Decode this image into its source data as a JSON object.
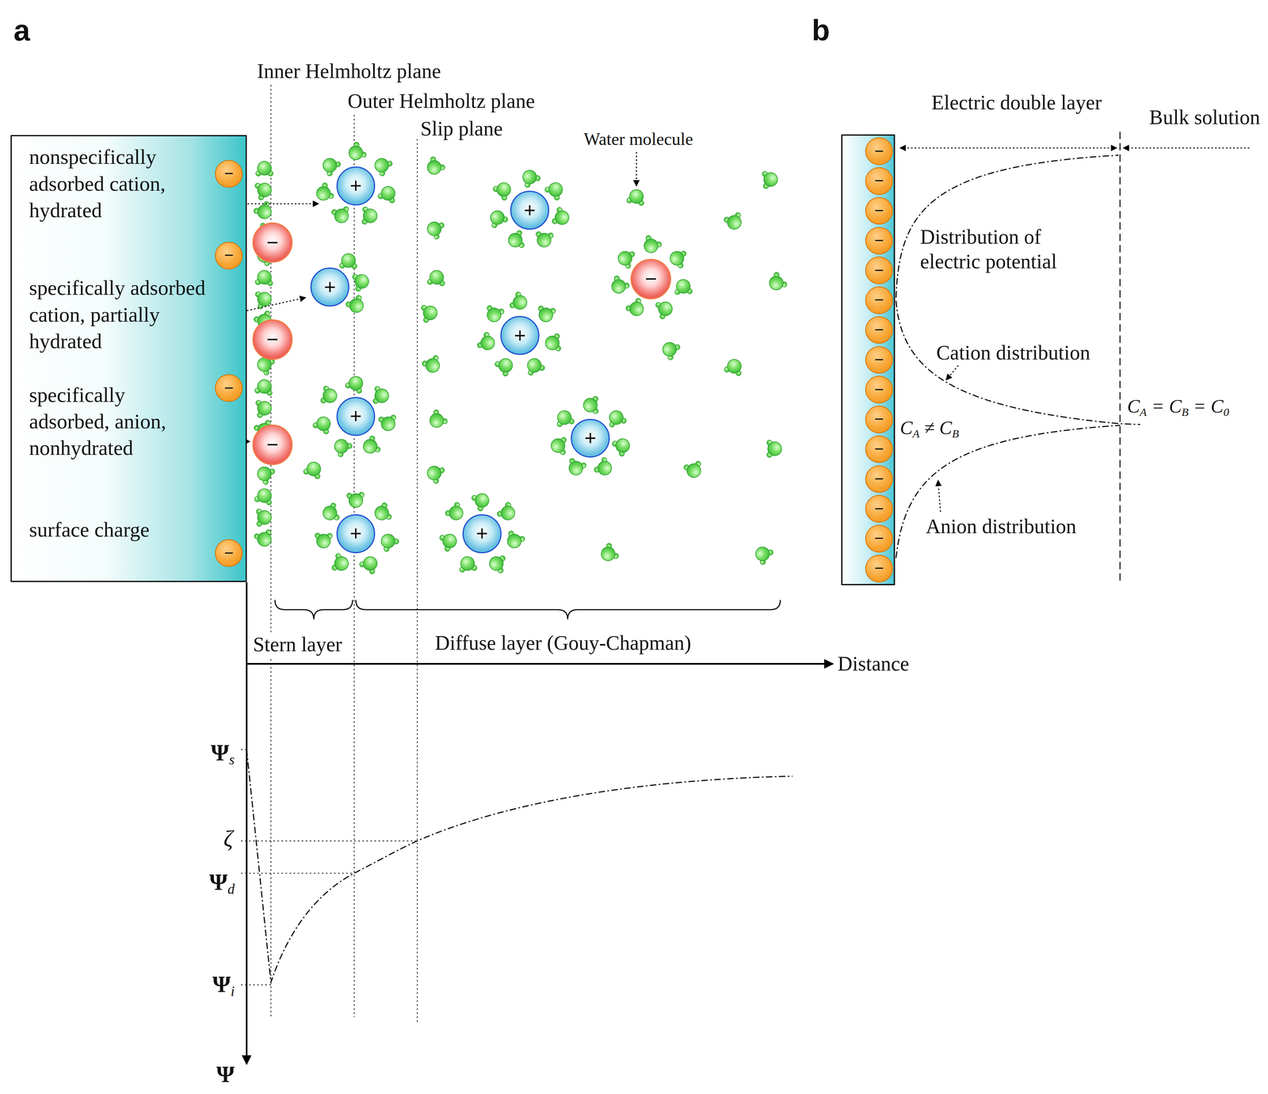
{
  "diagram": {
    "nodes": [
      {
        "text": [
          "nonspecifically adsorbed cation, hydrated",
          "specifically adsorbed cation, partially hydrated",
          "specifically adsorbed, anion, nonhydrated",
          "surface charge"
        ]
      },
      {
        "text": [
          "−"
        ],
        "in": 0
      },
      {
        "text": [
          "−"
        ],
        "in": 0
      },
      {
        "text": [
          "−"
        ],
        "in": 0
      },
      {
        "text": [
          "−"
        ],
        "in": 0
      },
      {
        "text": [
          "−"
        ]
      },
      {
        "text": [
          "−"
        ]
      },
      {
        "text": [
          "−"
        ]
      },
      {
        "text": [
          "+"
        ]
      },
      {
        "text": [
          "+"
        ]
      },
      {
        "text": [
          "+"
        ]
      },
      {
        "text": [
          "+"
        ]
      },
      {
        "text": [
          "+"
        ]
      },
      {
        "text": [
          "+"
        ]
      },
      {
        "text": [
          "+"
        ]
      },
      {
        "text": [
          "+"
        ]
      },
      {
        "text": [
          "−"
        ]
      },
      {
        "text": [
          "−"
        ]
      },
      {
        "text": [
          "−"
        ]
      },
      {
        "text": [
          "−"
        ]
      },
      {
        "text": [
          "−"
        ]
      },
      {
        "text": [
          "−"
        ]
      },
      {
        "text": [
          "−"
        ]
      },
      {
        "text": [
          "−"
        ]
      },
      {
        "text": [
          "−"
        ]
      },
      {
        "text": [
          "−"
        ]
      },
      {
        "text": [
          "−"
        ]
      },
      {
        "text": [
          "−"
        ]
      },
      {
        "text": [
          "−"
        ]
      },
      {
        "text": [
          "−"
        ]
      },
      {
        "text": [
          "−"
        ]
      },
      {
        "text": [
          "−"
        ]
      }
    ],
    "labels": [
      "a",
      "b",
      "Inner Helmholtz plane",
      "Outer Helmholtz plane",
      "Slip plane",
      "Water molecule",
      "Stern layer",
      "Diffuse layer (Gouy-Chapman)",
      "Distance",
      "Ψs",
      "ζ",
      "Ψd",
      "Ψi",
      "Ψ",
      "Electric double layer",
      "Bulk solution",
      "Distribution of electric potential",
      "Cation distribution",
      "CA ≠ CB",
      "CA = CB = C0",
      "Anion distribution"
    ]
  }
}
